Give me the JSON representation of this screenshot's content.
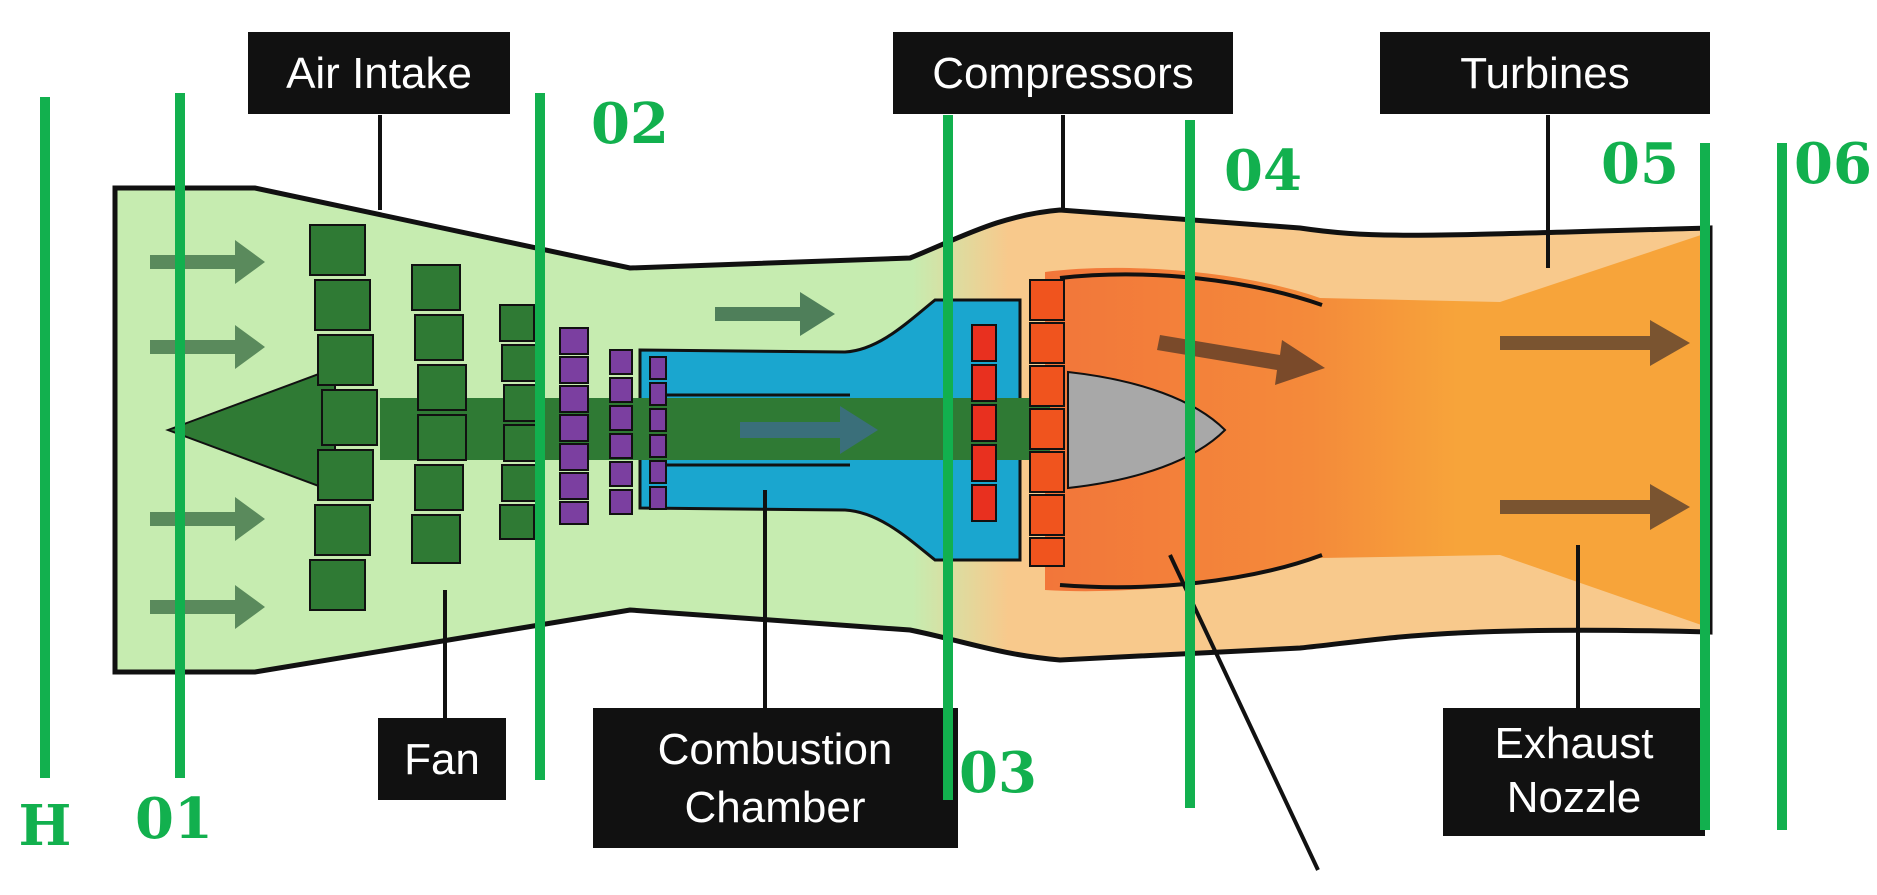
{
  "component_labels": {
    "air_intake": "Air Intake",
    "fan": "Fan",
    "compressors": "Compressors",
    "combustion_chamber": [
      "Combustion",
      "Chamber"
    ],
    "turbines": "Turbines",
    "exhaust_nozzle": [
      "Exhaust",
      "Nozzle"
    ]
  },
  "stations": {
    "h": "H",
    "s01": "01",
    "s02": "02",
    "s03": "03",
    "s04": "04",
    "s05": "05",
    "s06": "06"
  },
  "colors": {
    "intake_green": "#c6ecb0",
    "fan_green": "#2f7a34",
    "compressor_purple": "#7b3fa0",
    "chamber_blue": "#1aa6cf",
    "casing_peach": "#f8c98c",
    "combustion_orange": "#f2763a",
    "exhaust_orange": "#f7a43a",
    "station_green": "#12b04e",
    "label_black": "#111111"
  }
}
